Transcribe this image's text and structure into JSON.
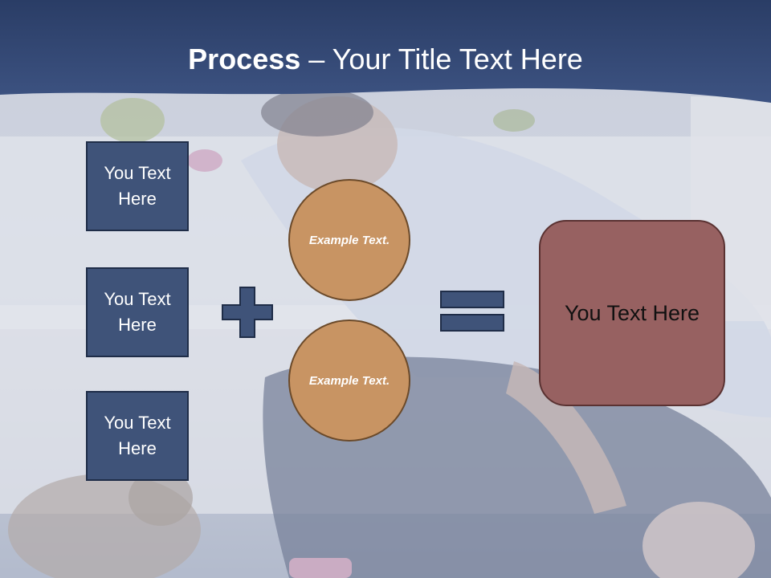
{
  "header": {
    "title_bold": "Process",
    "title_rest": " – Your Title Text Here"
  },
  "left_boxes": [
    {
      "label": "You Text Here"
    },
    {
      "label": "You Text Here"
    },
    {
      "label": "You Text Here"
    }
  ],
  "circles": [
    {
      "label": "Example Text."
    },
    {
      "label": "Example Text."
    }
  ],
  "result": {
    "label": "You Text Here"
  },
  "colors": {
    "header": "#2f4470",
    "box_fill": "#3f5379",
    "circle_fill": "#c89463",
    "result_fill": "#976161"
  }
}
